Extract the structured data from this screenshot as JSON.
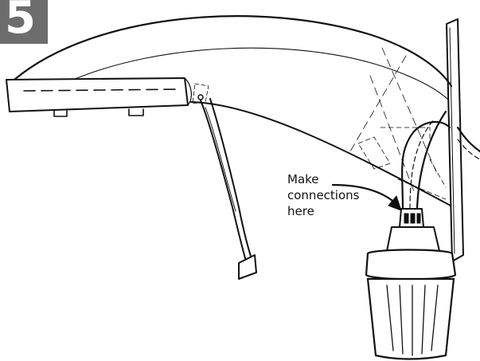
{
  "step": {
    "number": "5"
  },
  "callout": {
    "line1": "Make",
    "line2": "connections",
    "line3": "here"
  },
  "colors": {
    "badge": "#6d6d6d",
    "ink": "#111111"
  }
}
